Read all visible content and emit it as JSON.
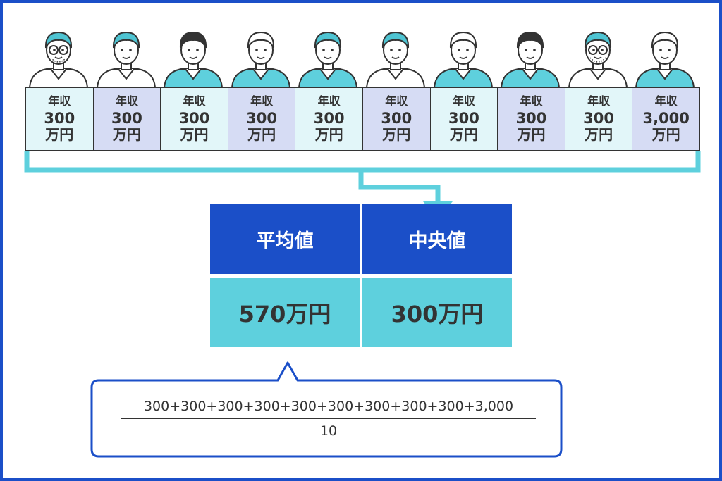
{
  "people": [
    {
      "label": "年収",
      "amount": "300",
      "unit": "万円",
      "card_color": "#e2f6f9",
      "shirt_color": "#ffffff",
      "hair_color": "#4ec4d2",
      "glasses": true,
      "beard": true
    },
    {
      "label": "年収",
      "amount": "300",
      "unit": "万円",
      "card_color": "#d6dcf4",
      "shirt_color": "#ffffff",
      "hair_color": "#4ec4d2",
      "glasses": false,
      "beard": false
    },
    {
      "label": "年収",
      "amount": "300",
      "unit": "万円",
      "card_color": "#e2f6f9",
      "shirt_color": "#5ed0dd",
      "hair_color": "#333333",
      "glasses": false,
      "beard": false
    },
    {
      "label": "年収",
      "amount": "300",
      "unit": "万円",
      "card_color": "#d6dcf4",
      "shirt_color": "#5ed0dd",
      "hair_color": "#ffffff",
      "glasses": false,
      "beard": false
    },
    {
      "label": "年収",
      "amount": "300",
      "unit": "万円",
      "card_color": "#e2f6f9",
      "shirt_color": "#5ed0dd",
      "hair_color": "#4ec4d2",
      "glasses": false,
      "beard": false
    },
    {
      "label": "年収",
      "amount": "300",
      "unit": "万円",
      "card_color": "#d6dcf4",
      "shirt_color": "#ffffff",
      "hair_color": "#4ec4d2",
      "glasses": false,
      "beard": false
    },
    {
      "label": "年収",
      "amount": "300",
      "unit": "万円",
      "card_color": "#e2f6f9",
      "shirt_color": "#5ed0dd",
      "hair_color": "#ffffff",
      "glasses": false,
      "beard": false
    },
    {
      "label": "年収",
      "amount": "300",
      "unit": "万円",
      "card_color": "#d6dcf4",
      "shirt_color": "#5ed0dd",
      "hair_color": "#333333",
      "glasses": false,
      "beard": false
    },
    {
      "label": "年収",
      "amount": "300",
      "unit": "万円",
      "card_color": "#e2f6f9",
      "shirt_color": "#ffffff",
      "hair_color": "#4ec4d2",
      "glasses": true,
      "beard": true
    },
    {
      "label": "年収",
      "amount": "3,000",
      "unit": "万円",
      "card_color": "#d6dcf4",
      "shirt_color": "#5ed0dd",
      "hair_color": "#ffffff",
      "glasses": false,
      "beard": false
    }
  ],
  "average": {
    "label": "平均値",
    "value": "570万円"
  },
  "median": {
    "label": "中央値",
    "value": "300万円"
  },
  "formula": {
    "numerator": "300+300+300+300+300+300+300+300+300+3,000",
    "denominator": "10"
  },
  "colors": {
    "frame": "#1b4fc8",
    "header_blue": "#1b4fc8",
    "value_cyan": "#5ed0dd",
    "bracket": "#5ed0dd",
    "callout_border": "#1b4fc8"
  }
}
